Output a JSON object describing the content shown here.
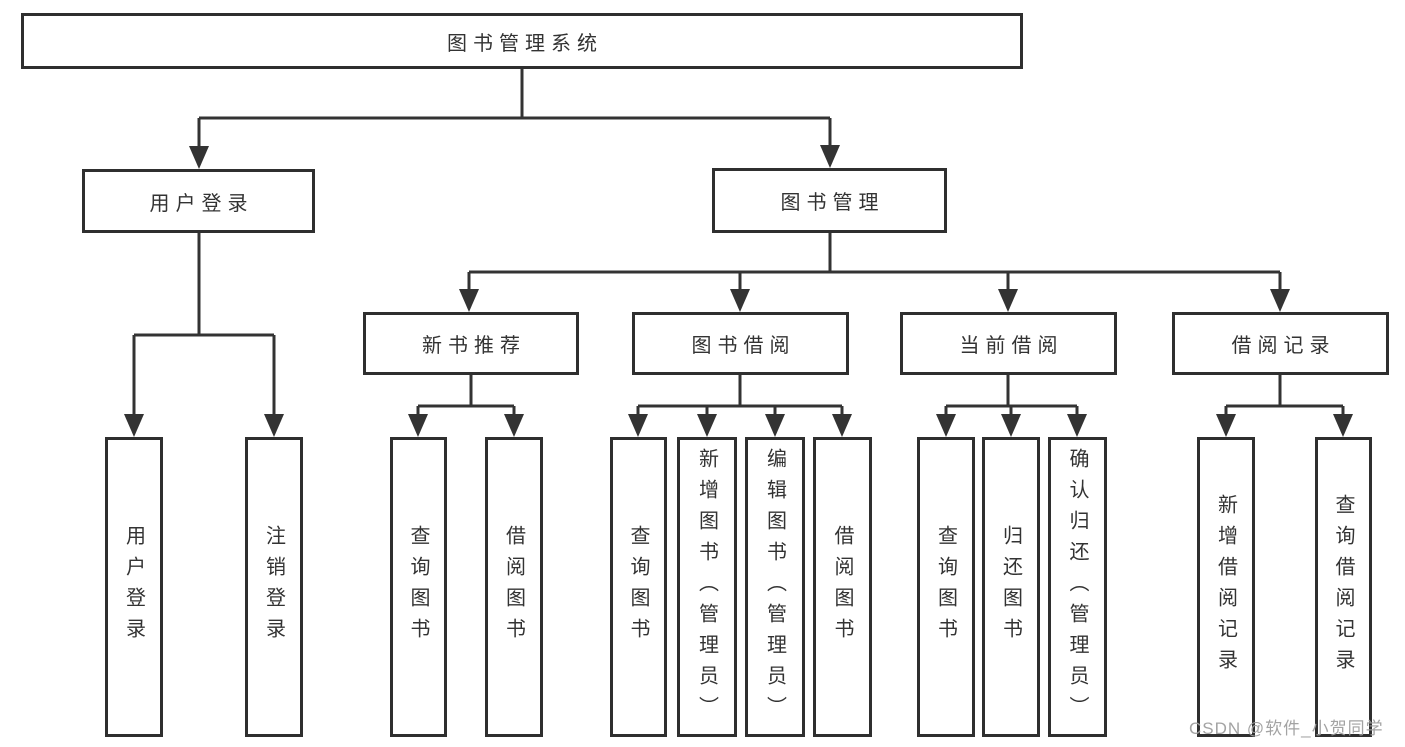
{
  "title": "图书管理系统",
  "watermark": "CSDN @软件_小贺同学",
  "colors": {
    "line": "#333333",
    "border": "#2f2f2f",
    "text": "#333333",
    "background": "#ffffff",
    "watermark": "#9e9e9e"
  },
  "nodes": {
    "root": {
      "label": "图书管理系统"
    },
    "user_login": {
      "label": "用户登录"
    },
    "book_mgmt": {
      "label": "图书管理"
    },
    "new_book_rec": {
      "label": "新书推荐"
    },
    "book_borrow": {
      "label": "图书借阅"
    },
    "current_borrow": {
      "label": "当前借阅"
    },
    "borrow_records": {
      "label": "借阅记录"
    },
    "leaf_user_login": {
      "label": "用户登录"
    },
    "leaf_logout": {
      "label": "注销登录"
    },
    "leaf_query_book_new": {
      "label": "查询图书"
    },
    "leaf_borrow_book_new": {
      "label": "借阅图书"
    },
    "leaf_query_book_borrow": {
      "label": "查询图书"
    },
    "leaf_add_book": {
      "label": "新增图书（管理员）"
    },
    "leaf_edit_book": {
      "label": "编辑图书（管理员）"
    },
    "leaf_borrow_book": {
      "label": "借阅图书"
    },
    "leaf_query_book_current": {
      "label": "查询图书"
    },
    "leaf_return_book": {
      "label": "归还图书"
    },
    "leaf_confirm_return": {
      "label": "确认归还（管理员）"
    },
    "leaf_add_record": {
      "label": "新增借阅记录"
    },
    "leaf_query_record": {
      "label": "查询借阅记录"
    }
  }
}
